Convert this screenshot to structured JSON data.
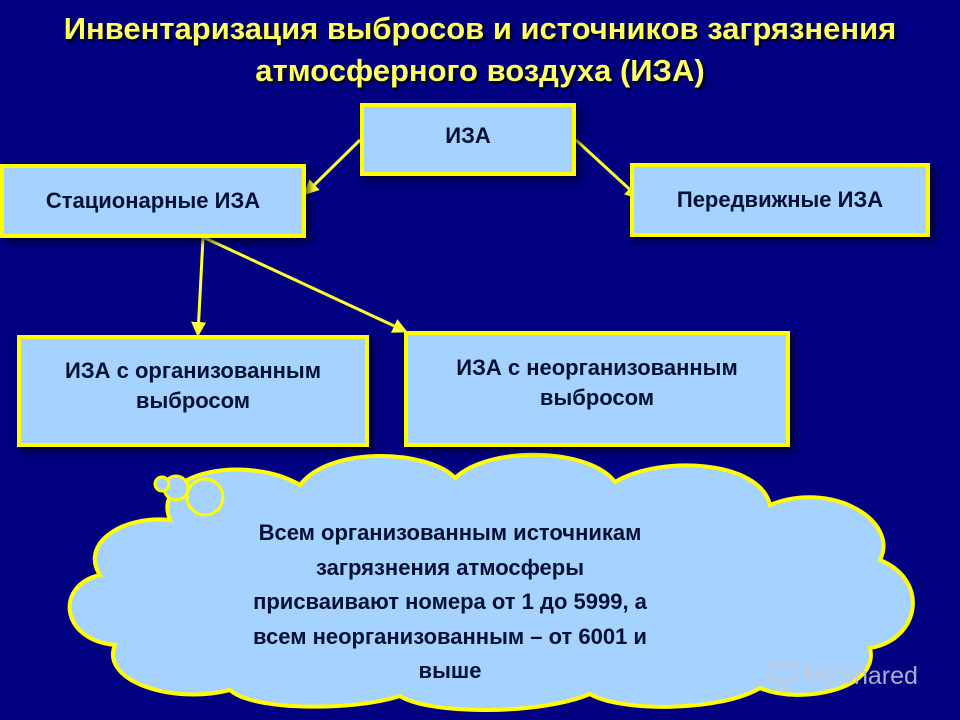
{
  "title": {
    "line1": "Инвентаризация выбросов и источников загрязнения",
    "line2": "атмосферного воздуха (ИЗА)"
  },
  "nodes": {
    "root": "ИЗА",
    "stationary": "Стационарные ИЗА",
    "mobile": "Передвижные ИЗА",
    "organized": {
      "line1": "ИЗА с организованным",
      "line2": "выбросом"
    },
    "unorganized": {
      "line1": "ИЗА с неорганизованным",
      "line2": "выбросом"
    }
  },
  "note": {
    "line1": "Всем организованным источникам",
    "line2": "загрязнения атмосферы",
    "line3": "присваивают номера от 1 до 5999, а",
    "line4": "всем неорганизованным – от  6001 и",
    "line5": "выше"
  },
  "watermark": {
    "text": "MyShared"
  },
  "colors": {
    "background": "#000080",
    "box_fill": "#a5d2ff",
    "box_border": "#ffff00",
    "title": "#ffff66",
    "arrow": "#ffff33"
  }
}
